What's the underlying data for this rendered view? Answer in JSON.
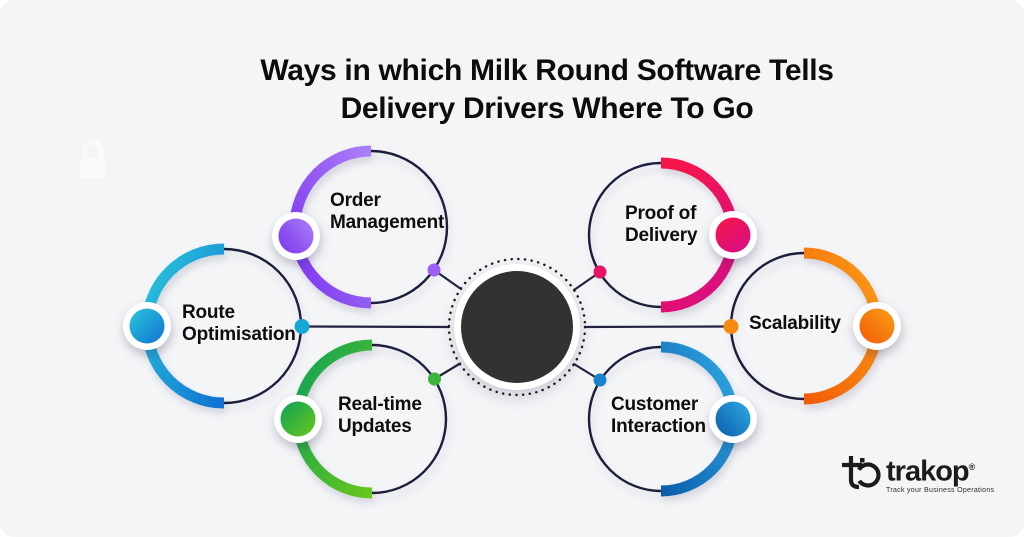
{
  "title": {
    "line1": "Ways in which Milk Round Software Tells",
    "line2": "Delivery Drivers Where To Go"
  },
  "nodes": [
    {
      "name": "order-management",
      "label": "Order Management",
      "c1": "#7d35ee",
      "c2": "#a97ef7",
      "dot": "#9a5ff3"
    },
    {
      "name": "proof-of-delivery",
      "label": "Proof of Delivery",
      "c1": "#f7164a",
      "c2": "#d60e85",
      "dot": "#e51360"
    },
    {
      "name": "route-optimisation",
      "label": "Route Optimisation",
      "c1": "#2bc7db",
      "c2": "#0f72d2",
      "dot": "#16a7d8"
    },
    {
      "name": "scalability",
      "label": "Scalability",
      "c1": "#fb9d18",
      "c2": "#f15c07",
      "dot": "#f78a10"
    },
    {
      "name": "real-time-updates",
      "label": "Real-time Updates",
      "c1": "#0da157",
      "c2": "#69c71b",
      "dot": "#3cb43c"
    },
    {
      "name": "customer-interaction",
      "label": "Customer Interaction",
      "c1": "#2ea6e0",
      "c2": "#0b5cab",
      "dot": "#1a83cc"
    }
  ],
  "hub": {
    "fill": "#323232",
    "dotted_ring": "#1a1a1a"
  },
  "colors": {
    "background": "#f4f5f7",
    "ring": "#1e1e3c",
    "connector": "#23233f",
    "text": "#0e0e0e"
  },
  "logo": {
    "word": "trakop",
    "registered": "®",
    "tagline": "Track your Business Operations"
  }
}
